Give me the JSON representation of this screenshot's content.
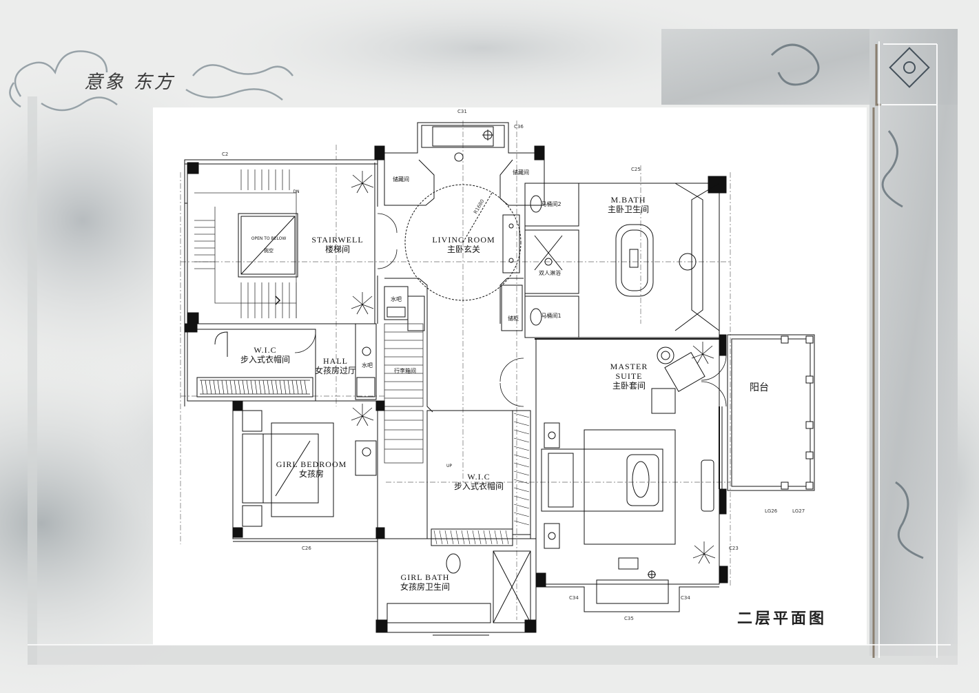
{
  "header": {
    "title": "意象 东方"
  },
  "drawing": {
    "title": "二层平面图"
  },
  "rooms": {
    "stairwell": {
      "en": "STAIRWELL",
      "cn": "楼梯间"
    },
    "living_room": {
      "en": "LIVING ROOM",
      "cn": "主卧玄关"
    },
    "m_bath": {
      "en": "M.BATH",
      "cn": "主卧卫生间"
    },
    "wic_top": {
      "en": "W.I.C",
      "cn": "步入式衣帽间"
    },
    "hall": {
      "en": "HALL",
      "cn": "女孩房过厅"
    },
    "master_suite": {
      "en1": "MASTER",
      "en2": "SUITE",
      "cn": "主卧套间"
    },
    "balcony": {
      "cn": "阳台"
    },
    "girl_bedroom": {
      "en": "GIRL BEDROOM",
      "cn": "女孩房"
    },
    "wic_bottom": {
      "en": "W.I.C",
      "cn": "步入式衣帽间"
    },
    "girl_bath": {
      "en": "GIRL BATH",
      "cn": "女孩房卫生间"
    }
  },
  "small_labels": {
    "open_to_below": "OPEN TO BELOW",
    "void": "挑空",
    "toilet_2": "马桶间2",
    "toilet_1": "马桶间1",
    "double_shower": "双人淋浴",
    "storage_left": "储藏间",
    "storage_right": "储藏间",
    "water_bar": "水吧",
    "water_bar_2": "水吧",
    "cabinet": "储柜",
    "luggage": "行李箱间",
    "dn": "DN",
    "up": "UP"
  },
  "tags": {
    "c31": "C31",
    "c36": "C36",
    "c2": "C2",
    "c26": "C26",
    "c35": "C35",
    "c34": "C34",
    "c34b": "C34",
    "c25": "C25",
    "c23": "C23",
    "lg26": "LG26",
    "lg27": "LG27",
    "r1680": "R1680"
  },
  "colors": {
    "paper": "#ffffff",
    "ink": "#111111",
    "frame_gray": "#9a9a9a",
    "ornament_ink": "#5a6870"
  }
}
